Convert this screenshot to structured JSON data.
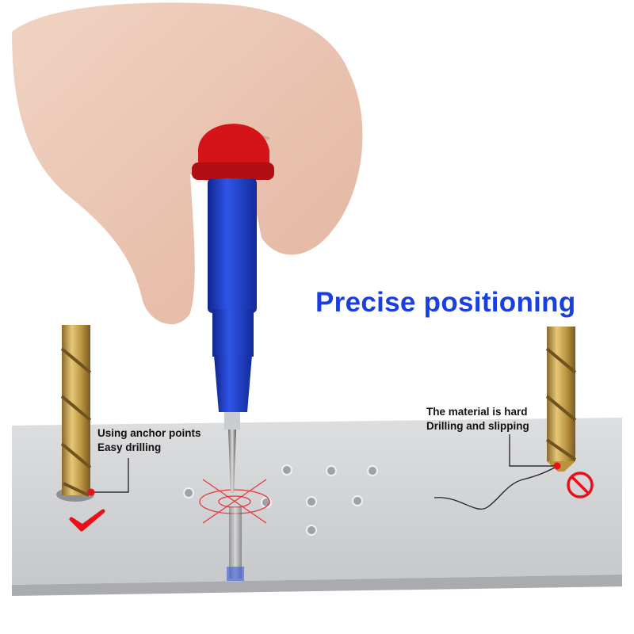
{
  "headline": "Precise positioning",
  "good_note": {
    "line1": "Using anchor points",
    "line2": "Easy drilling"
  },
  "bad_note": {
    "line1": "The material is hard",
    "line2": "Drilling and slipping"
  },
  "colors": {
    "headline": "#1a3fe0",
    "marker": "#e8101a",
    "punch_body": "#1f3fd0",
    "punch_cap": "#d5141a",
    "drill_gold": "#c9a24a",
    "plate": "#d3d5d7"
  },
  "icons": {
    "good": "check-mark-icon",
    "bad": "prohibited-icon"
  }
}
